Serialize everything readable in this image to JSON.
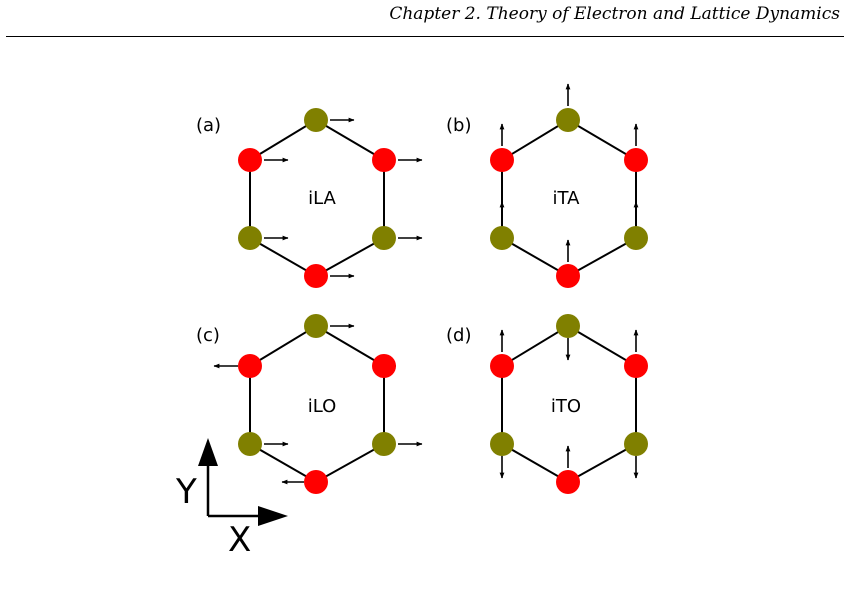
{
  "header": {
    "text": "Chapter 2. Theory of Electron and Lattice Dynamics"
  },
  "figure": {
    "colors": {
      "red_atom": "#ff0000",
      "olive_atom": "#808000",
      "bond": "#000000",
      "arrow": "#000000"
    },
    "panels": [
      {
        "label": "(a)",
        "mode": "iLA"
      },
      {
        "label": "(b)",
        "mode": "iTA"
      },
      {
        "label": "(c)",
        "mode": "iLO"
      },
      {
        "label": "(d)",
        "mode": "iTO"
      }
    ],
    "axes": {
      "y_label": "Y",
      "x_label": "X"
    }
  }
}
